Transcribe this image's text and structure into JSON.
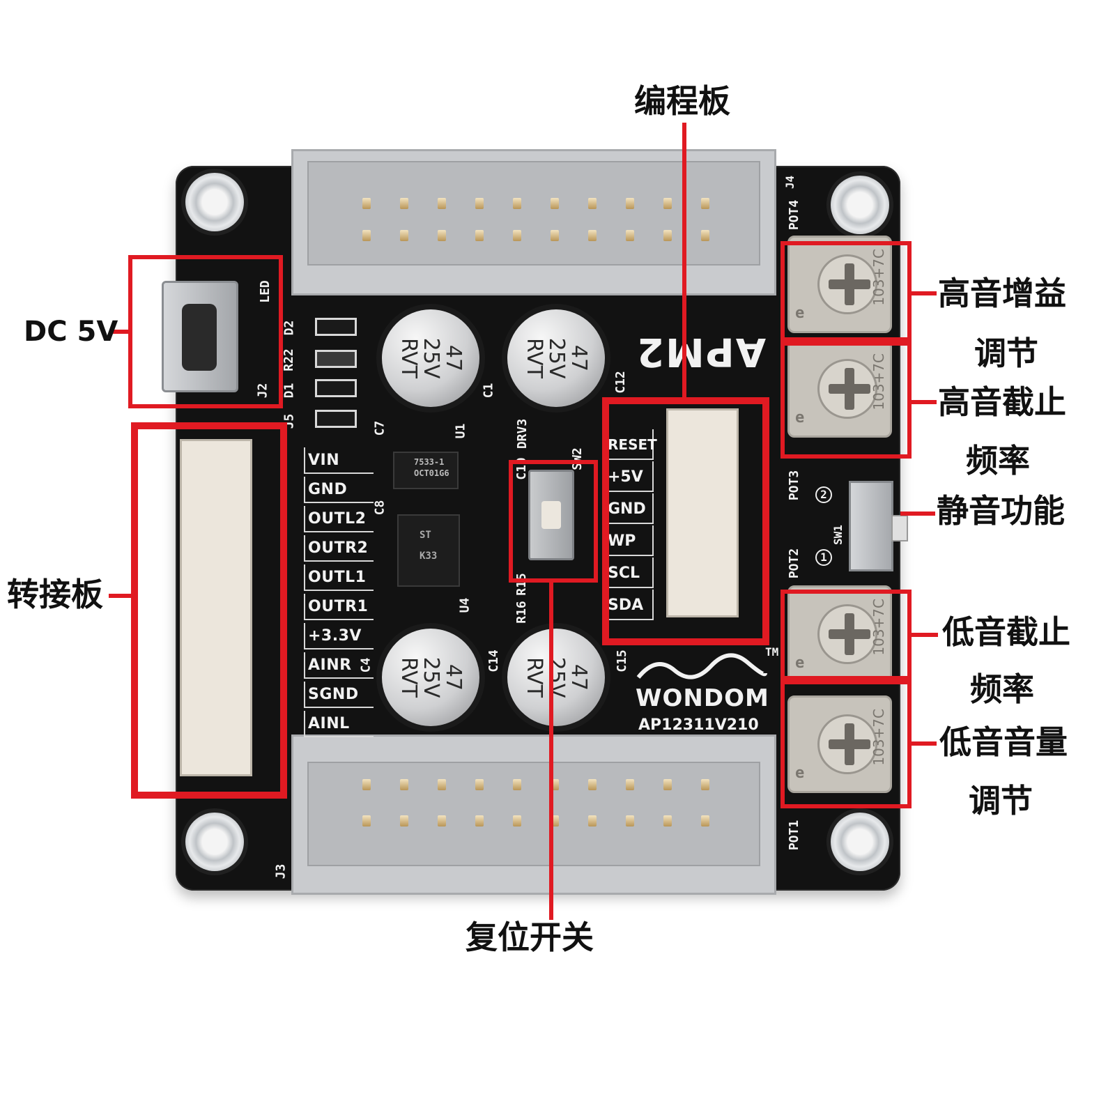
{
  "annotations": {
    "dc5v": "DC 5V",
    "adapter_board": "转接板",
    "programming_board": "编程板",
    "reset_switch": "复位开关",
    "treble_gain_1": "高音增益",
    "treble_gain_2": "调节",
    "treble_cutoff_1": "高音截止",
    "treble_cutoff_2": "频率",
    "mute": "静音功能",
    "bass_cutoff_1": "低音截止",
    "bass_cutoff_2": "频率",
    "bass_volume_1": "低音音量",
    "bass_volume_2": "调节"
  },
  "board": {
    "brand": "WONDOM",
    "model": "AP12311V210",
    "product": "APM2",
    "trademark": "TM",
    "left_pins": [
      "VIN",
      "GND",
      "OUTL2",
      "OUTR2",
      "OUTL1",
      "OUTR1",
      "+3.3V",
      "AINR",
      "SGND",
      "AINL"
    ],
    "prog_pins": [
      "RESET",
      "+5V",
      "GND",
      "WP",
      "SCL",
      "SDA"
    ],
    "capacitor": {
      "value": "47",
      "voltage": "25V",
      "series": "RVT"
    },
    "pot_marking": "103+7C",
    "pot_letter": "e",
    "refdes": {
      "led": "LED",
      "d2": "D2",
      "r22": "R22",
      "d1": "D1",
      "j2": "J2",
      "j5": "J5",
      "j3": "J3",
      "u1": "U1",
      "c7": "C7",
      "c8": "C8",
      "c1": "C1",
      "c12": "C12",
      "drv3": "DRV3",
      "c10": "C10",
      "sw2": "SW2",
      "r16": "R16",
      "r15": "R15",
      "u4": "U4",
      "c4": "C4",
      "c14": "C14",
      "c15": "C15",
      "pot1": "POT1",
      "pot2": "POT2",
      "pot3": "POT3",
      "pot4": "POT4",
      "sw1": "SW1",
      "j4": "J4"
    },
    "regulator_text": [
      "7533-1",
      "OCT01G6"
    ],
    "amp_chip_text": [
      "ST",
      "K33"
    ],
    "marks": {
      "one": "1",
      "two": "2"
    }
  }
}
